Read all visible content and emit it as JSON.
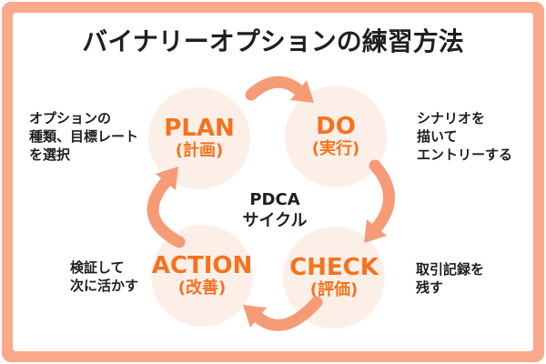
{
  "title": "バイナリーオプションの練習方法",
  "center_label": "PDCA\nサイクル",
  "cycle": {
    "plan": {
      "label": "PLAN",
      "sub": "(計画)",
      "note": "オプションの\n種類、目標レート\nを選択"
    },
    "do": {
      "label": "DO",
      "sub": "(実行)",
      "note": "シナリオを\n描いて\nエントリーする"
    },
    "check": {
      "label": "CHECK",
      "sub": "(評価)",
      "note": "取引記録を\n残す"
    },
    "action": {
      "label": "ACTION",
      "sub": "(改善)",
      "note": "検証して\n次に活かす"
    }
  },
  "arrows": [
    {
      "name": "plan-to-do"
    },
    {
      "name": "do-to-check"
    },
    {
      "name": "check-to-action"
    },
    {
      "name": "action-to-plan"
    }
  ],
  "colors": {
    "frame": "#FAA98B",
    "arrow": "#F79B77",
    "circle_fill": "#FCEFE8",
    "accent_text": "#F4731F",
    "dark_text": "#1F1F1F",
    "background": "#FFFFFF"
  }
}
